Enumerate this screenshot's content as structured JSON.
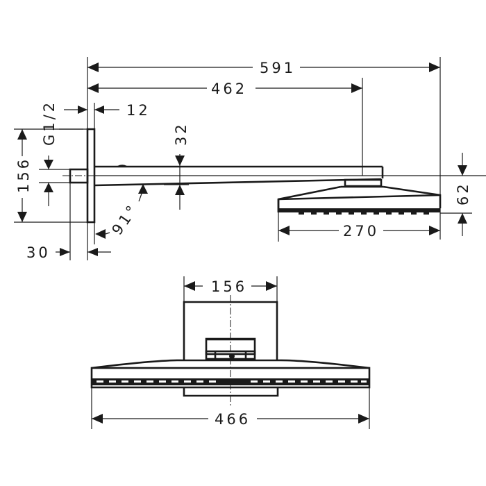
{
  "drawing": {
    "title": "Overhead shower with wall arm - dimensional drawing",
    "line_color": "#1a1a1a",
    "background": "#ffffff"
  },
  "side_view": {
    "dimensions": {
      "overall_length": "591",
      "arm_length": "462",
      "plate_thickness": "12",
      "arm_height": "32",
      "wall_plate_height": "156",
      "thread": "G1/2",
      "thread_projection": "30",
      "arm_angle": "91°",
      "head_width": "270",
      "head_height": "62"
    }
  },
  "front_view": {
    "dimensions": {
      "wall_plate_width": "156",
      "head_width": "466"
    }
  }
}
